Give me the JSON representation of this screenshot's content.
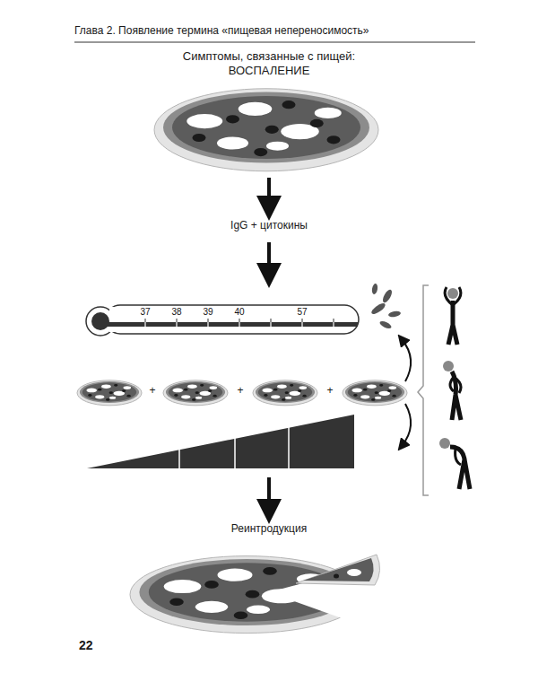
{
  "diagram": {
    "nodes": [
      {
        "text": [
          "37",
          "38",
          "39",
          "40",
          "57"
        ]
      }
    ],
    "labels": [
      "Глава 2. Появление термина «пищевая непереносимость»",
      "Симптомы, связанные с пищей:",
      "ВОСПАЛЕНИЕ",
      "IgG + цитокины",
      "+",
      "+",
      "+",
      "Реинтродукция",
      "22"
    ]
  }
}
